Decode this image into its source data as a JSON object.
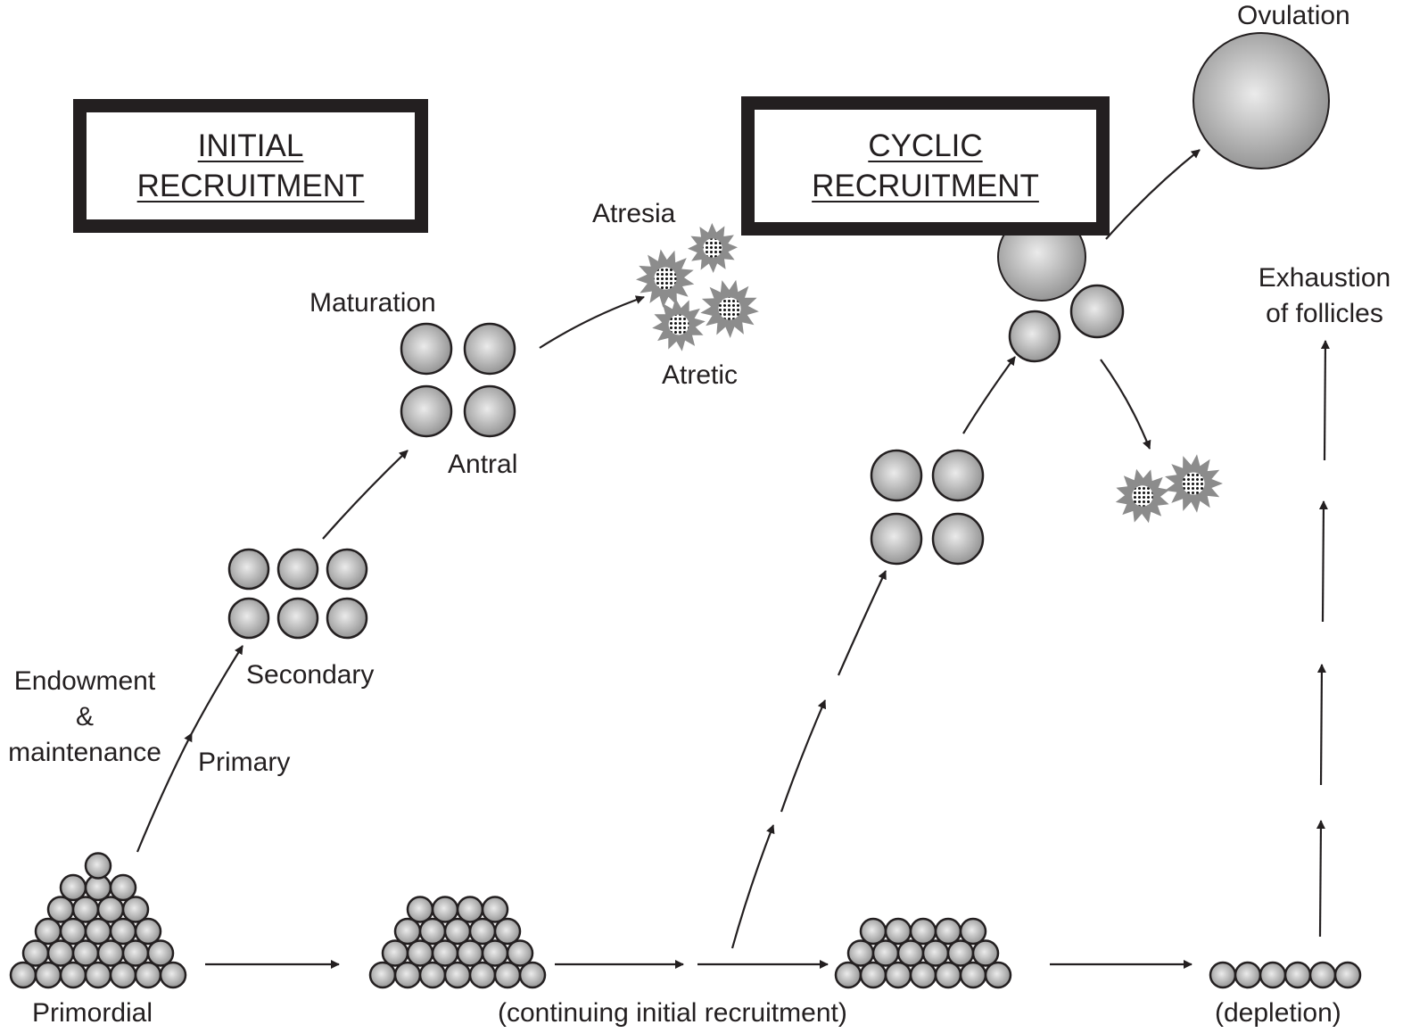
{
  "diagram": {
    "title_boxes": {
      "initial": {
        "line1": "INITIAL",
        "line2": "RECRUITMENT"
      },
      "cyclic": {
        "line1": "CYCLIC",
        "line2": "RECRUITMENT"
      }
    },
    "labels": {
      "primordial": "Primordial",
      "endowment_line1": "Endowment",
      "endowment_line2": "&",
      "endowment_line3": "maintenance",
      "primary": "Primary",
      "secondary": "Secondary",
      "maturation": "Maturation",
      "antral": "Antral",
      "atresia": "Atresia",
      "atretic": "Atretic",
      "ovulation": "Ovulation",
      "exhaustion_line1": "Exhaustion",
      "exhaustion_line2": "of follicles",
      "continuing": "(continuing initial recruitment)",
      "depletion": "(depletion)"
    },
    "colors": {
      "ink": "#231f20",
      "follicle_light": "#e6e6e6",
      "follicle_dark": "#8a8a8a",
      "atretic_fill": "#8c8c8c"
    },
    "follicle_pools": [
      {
        "name": "primordial-pool",
        "rows": [
          1,
          3,
          4,
          5,
          6,
          7
        ]
      },
      {
        "name": "pool-stage-2",
        "rows": [
          4,
          5,
          6,
          7
        ]
      },
      {
        "name": "pool-stage-3",
        "rows": [
          5,
          6,
          7
        ]
      },
      {
        "name": "depletion-pool",
        "rows": [
          6
        ]
      }
    ],
    "groups": {
      "secondary_count": 6,
      "antral_count": 4,
      "cyclic_antral_count": 4,
      "atretic_initial_count": 4,
      "atretic_cyclic_count": 2
    }
  }
}
